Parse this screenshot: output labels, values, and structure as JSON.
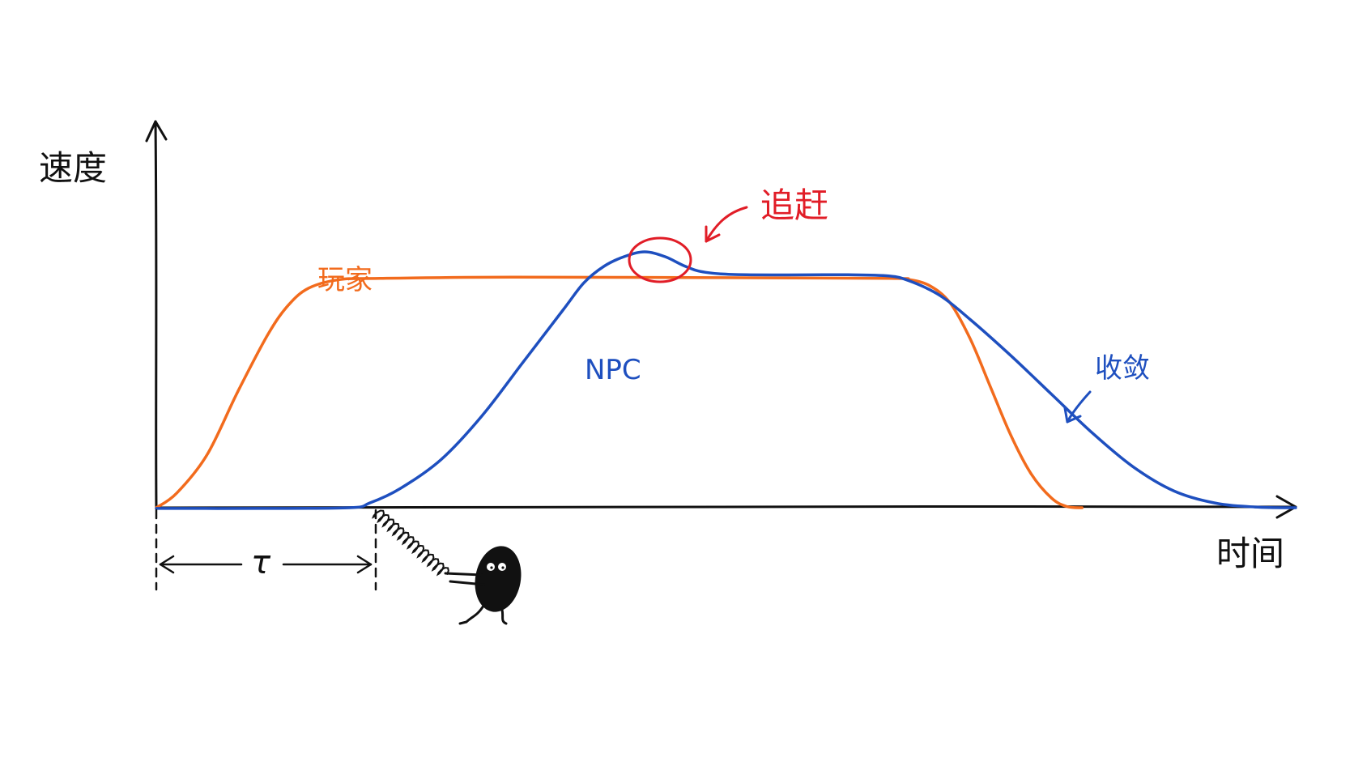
{
  "chart_data": {
    "type": "line",
    "xlabel": "时间",
    "ylabel": "速度",
    "series": [
      {
        "name": "玩家",
        "color": "#f26b1d",
        "points": [
          [
            0,
            0
          ],
          [
            2,
            6
          ],
          [
            5,
            22
          ],
          [
            8,
            48
          ],
          [
            11,
            72
          ],
          [
            13,
            84
          ],
          [
            15,
            91
          ],
          [
            18,
            94.5
          ],
          [
            22,
            95
          ],
          [
            35,
            95.5
          ],
          [
            55,
            95.3
          ],
          [
            72,
            95
          ],
          [
            74,
            94.5
          ],
          [
            76,
            92
          ],
          [
            78,
            85
          ],
          [
            80,
            70
          ],
          [
            82,
            50
          ],
          [
            84,
            30
          ],
          [
            86,
            14
          ],
          [
            88,
            4
          ],
          [
            89.5,
            0.5
          ],
          [
            91,
            0
          ]
        ]
      },
      {
        "name": "NPC",
        "color": "#1e4fbf",
        "points": [
          [
            0,
            -0.3
          ],
          [
            10,
            -0.3
          ],
          [
            19,
            0
          ],
          [
            21,
            2
          ],
          [
            24,
            8
          ],
          [
            28,
            20
          ],
          [
            32,
            38
          ],
          [
            36,
            60
          ],
          [
            40,
            82
          ],
          [
            42,
            93
          ],
          [
            44,
            100
          ],
          [
            46,
            104
          ],
          [
            48,
            106
          ],
          [
            50,
            104
          ],
          [
            52,
            100
          ],
          [
            54,
            97.5
          ],
          [
            58,
            96.5
          ],
          [
            68,
            96.5
          ],
          [
            72,
            96
          ],
          [
            74,
            94
          ],
          [
            77,
            88
          ],
          [
            80,
            78
          ],
          [
            84,
            63
          ],
          [
            88,
            47
          ],
          [
            92,
            31
          ],
          [
            96,
            17
          ],
          [
            100,
            7
          ],
          [
            104,
            2
          ],
          [
            108,
            0.3
          ],
          [
            112,
            0
          ]
        ]
      }
    ],
    "annotations": {
      "delay_label": "τ",
      "catch_up": "追赶",
      "converge": "收敛",
      "npc_label": "NPC",
      "player_label": "玩家"
    },
    "xlim": [
      0,
      112
    ],
    "ylim": [
      0,
      160
    ],
    "grid": false,
    "legend": "none"
  },
  "colors": {
    "player": "#f26b1d",
    "npc": "#1e4fbf",
    "highlight": "#e11d27",
    "axis": "#111111"
  }
}
